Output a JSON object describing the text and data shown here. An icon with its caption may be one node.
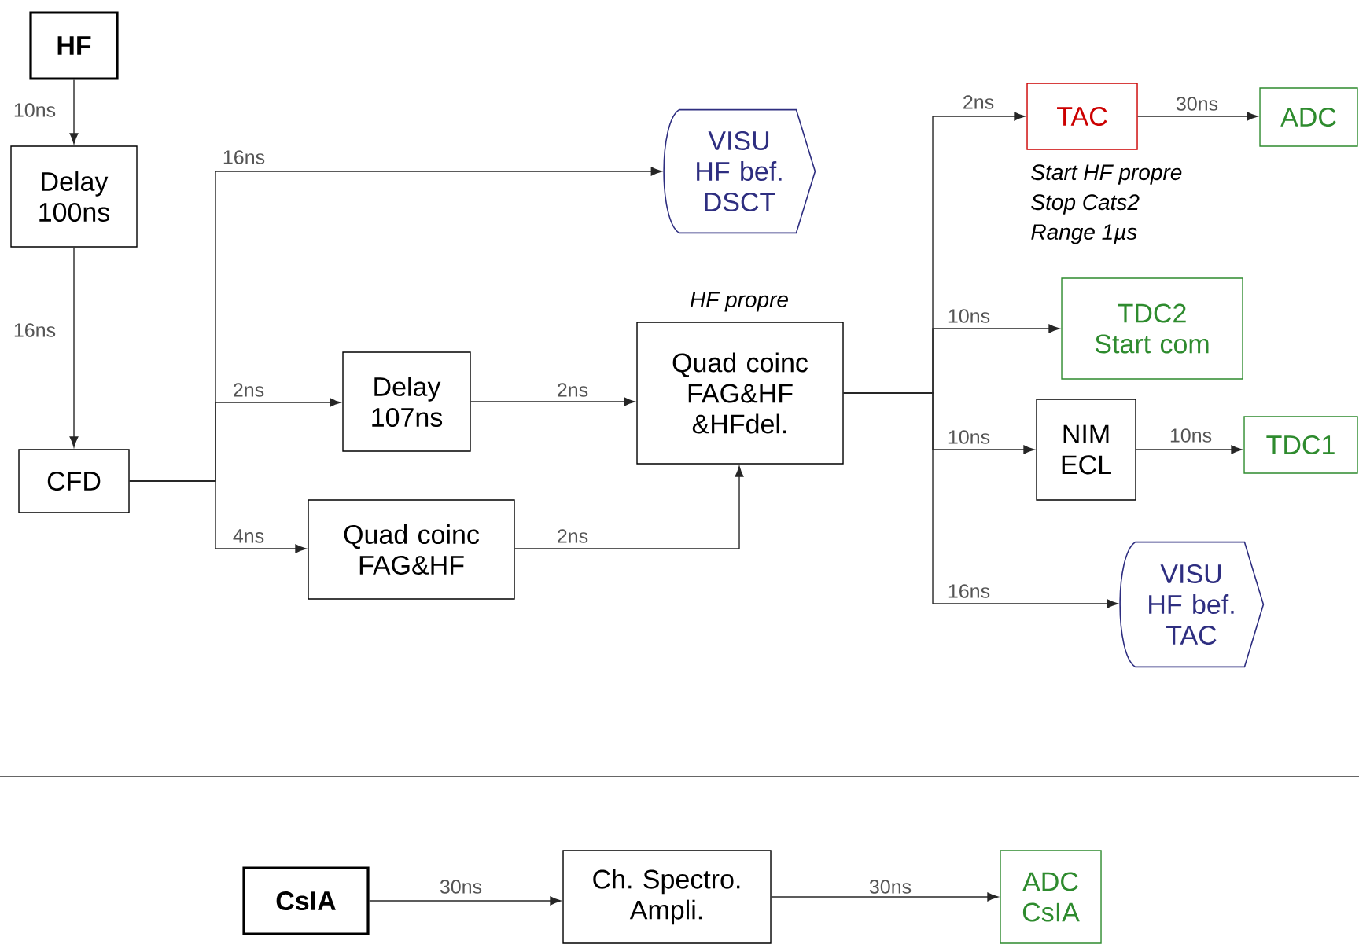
{
  "diagram": {
    "nodes": [
      {
        "text": [
          "HF"
        ]
      },
      {
        "text": [
          "Delay 100ns"
        ]
      },
      {
        "text": [
          "CFD"
        ]
      },
      {
        "text": [
          "VISU HF bef. DSCT"
        ]
      },
      {
        "text": [
          "Delay 107ns"
        ]
      },
      {
        "text": [
          "Quad coinc FAG&HF &HFdel."
        ],
        "beside": [
          "HF propre"
        ]
      },
      {
        "text": [
          "Quad coinc FAG&HF"
        ]
      },
      {
        "text": [
          "TAC"
        ],
        "beside": [
          "Start HF propre",
          "Stop Cats2",
          "Range 1µs"
        ]
      },
      {
        "text": [
          "ADC"
        ]
      },
      {
        "text": [
          "TDC2 Start com"
        ]
      },
      {
        "text": [
          "NIM ECL"
        ]
      },
      {
        "text": [
          "TDC1"
        ]
      },
      {
        "text": [
          "VISU HF bef. TAC"
        ]
      },
      {
        "text": [
          "CsIA"
        ]
      },
      {
        "text": [
          "Ch. Spectro. Ampli."
        ]
      },
      {
        "text": [
          "ADC CsIA"
        ]
      }
    ],
    "edges": [
      {
        "from": 0,
        "to": 1,
        "arrow": "to",
        "label": "10ns"
      },
      {
        "from": 1,
        "to": 2,
        "arrow": "to",
        "label": "16ns"
      },
      {
        "from": 2,
        "to": 3,
        "arrow": "to",
        "label": "16ns"
      },
      {
        "from": 2,
        "to": 4,
        "arrow": "to",
        "label": "2ns"
      },
      {
        "from": 2,
        "to": 6,
        "arrow": "to",
        "label": "4ns"
      },
      {
        "from": 4,
        "to": 5,
        "arrow": "to",
        "label": "2ns"
      },
      {
        "from": 6,
        "to": 5,
        "arrow": "to",
        "label": "2ns"
      },
      {
        "from": 5,
        "to": 7,
        "arrow": "to",
        "label": "2ns"
      },
      {
        "from": 5,
        "to": 9,
        "arrow": "to",
        "label": "10ns"
      },
      {
        "from": 5,
        "to": 10,
        "arrow": "to",
        "label": "10ns"
      },
      {
        "from": 5,
        "to": 12,
        "arrow": "to",
        "label": "16ns"
      },
      {
        "from": 7,
        "to": 8,
        "arrow": "to",
        "label": "30ns"
      },
      {
        "from": 10,
        "to": 11,
        "arrow": "to",
        "label": "10ns"
      },
      {
        "from": 13,
        "to": 14,
        "arrow": "to",
        "label": "30ns"
      },
      {
        "from": 14,
        "to": 15,
        "arrow": "to",
        "label": "30ns"
      }
    ]
  }
}
